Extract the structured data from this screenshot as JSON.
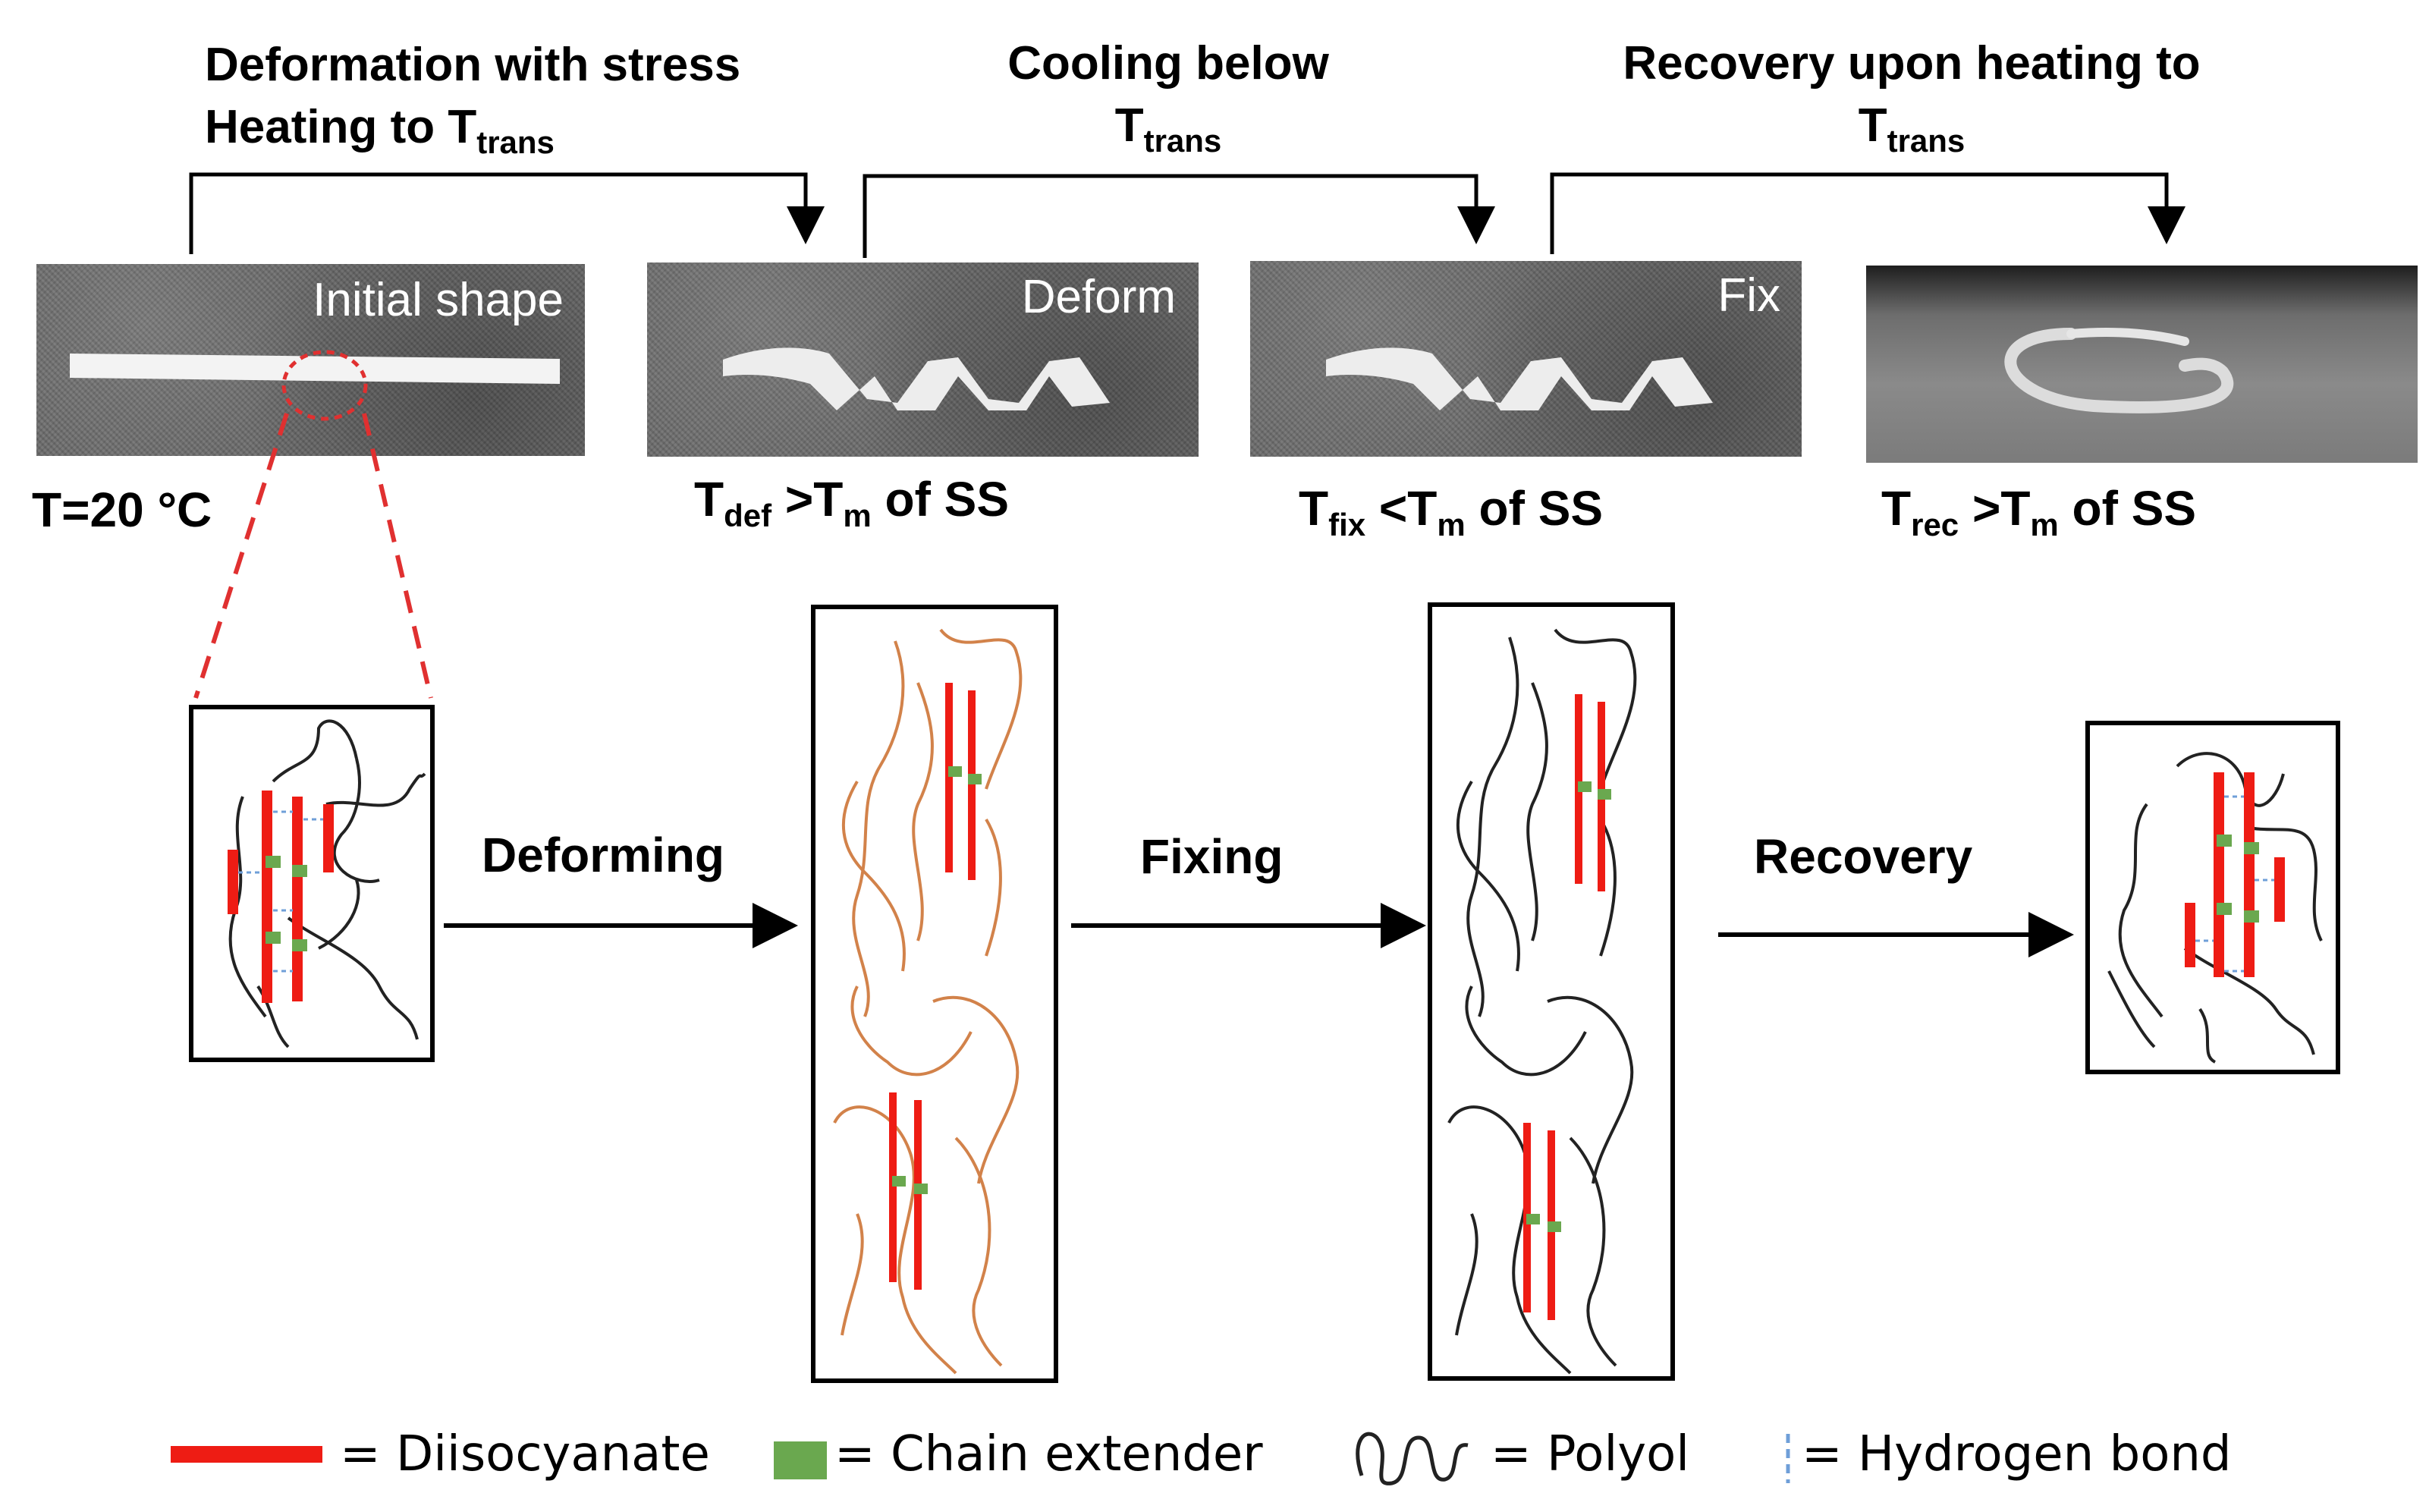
{
  "headers": {
    "h1_line1": "Deformation with stress",
    "h1_line2_prefix": "Heating to T",
    "h1_line2_sub": "trans",
    "h2_line1": "Cooling below",
    "h2_line2_prefix": "T",
    "h2_line2_sub": "trans",
    "h3_line1": "Recovery upon heating to",
    "h3_line2_prefix": "T",
    "h3_line2_sub": "trans"
  },
  "photos": {
    "p1_label": "Initial shape",
    "p2_label": "Deform",
    "p3_label": "Fix"
  },
  "temps": {
    "t1": "T=20 °C",
    "t2_a": "T",
    "t2_sub1": "def",
    "t2_b": " >T",
    "t2_sub2": "m",
    "t2_c": " of SS",
    "t3_a": "T",
    "t3_sub1": "fix",
    "t3_b": " <T",
    "t3_sub2": "m",
    "t3_c": " of SS",
    "t4_a": "T",
    "t4_sub1": "rec",
    "t4_b": " >T",
    "t4_sub2": "m",
    "t4_c": " of SS"
  },
  "steps": {
    "deforming": "Deforming",
    "fixing": "Fixing",
    "recovery": "Recovery"
  },
  "legend": {
    "diisocyanate": "= Diisocyanate",
    "chain_extender": "= Chain extender",
    "polyol": "= Polyol",
    "hydrogen_bond": "= Hydrogen bond"
  },
  "colors": {
    "diisocyanate": "#ee1c14",
    "chain_extender": "#6aa84f",
    "polyol_relaxed": "#222222",
    "polyol_deformed": "#d2824a",
    "hydrogen_bond": "#6f9fd8",
    "zoom_indicator": "#e03030"
  }
}
